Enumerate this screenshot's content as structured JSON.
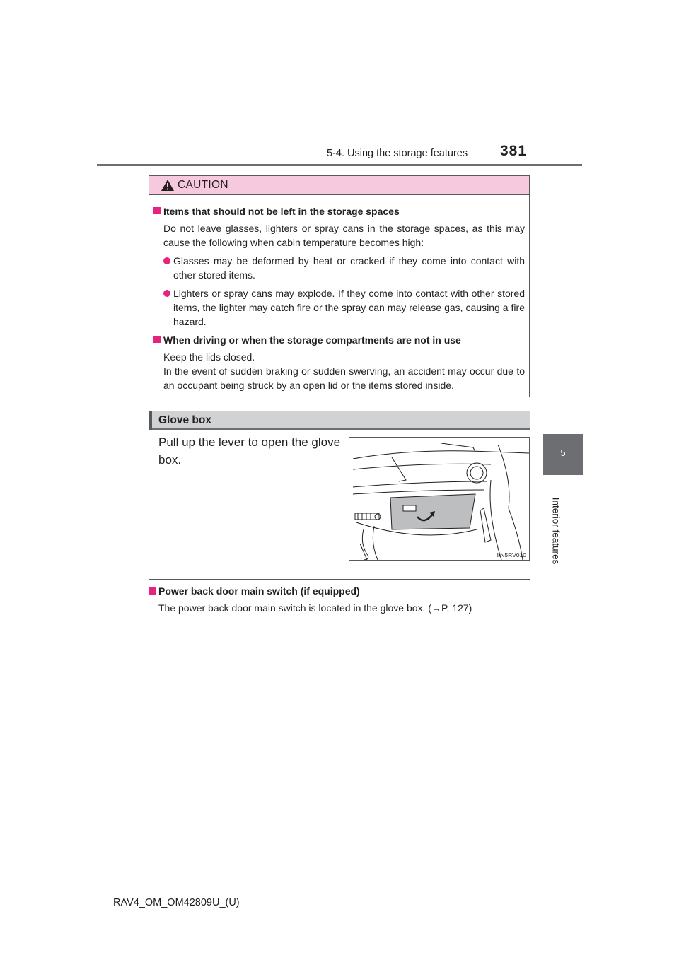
{
  "header": {
    "title": "5-4. Using the storage features",
    "page_number": "381"
  },
  "side_tab": {
    "chapter_number": "5",
    "chapter_label": "Interior features"
  },
  "caution": {
    "label": "CAUTION",
    "section1": {
      "heading": "Items that should not be left in the storage spaces",
      "text": "Do not leave glasses, lighters or spray cans in the storage spaces, as this may cause the following when cabin temperature becomes high:",
      "bullets": [
        "Glasses may be deformed by heat or cracked if they come into contact with other stored items.",
        "Lighters or spray cans may explode. If they come into contact with other stored items, the lighter may catch fire or the spray can may release gas, causing a fire hazard."
      ]
    },
    "section2": {
      "heading": "When driving or when the storage compartments are not in use",
      "line1": "Keep the lids closed.",
      "line2": "In the event of sudden braking or sudden swerving, an accident may occur due to an occupant being struck by an open lid or the items stored inside."
    }
  },
  "glove_box": {
    "title": "Glove box",
    "instruction": "Pull up the lever to open the glove box.",
    "figure_code": "IIN5RV010"
  },
  "note": {
    "heading": "Power back door main switch (if equipped)",
    "text": "The power back door main switch is located in the glove box. (→P. 127)"
  },
  "footer": {
    "code": "RAV4_OM_OM42809U_(U)"
  },
  "colors": {
    "caution_header": "#f7c9de",
    "bullet_magenta": "#e8227f",
    "section_bar": "#d1d2d4",
    "tab_gray": "#6d6e71"
  }
}
